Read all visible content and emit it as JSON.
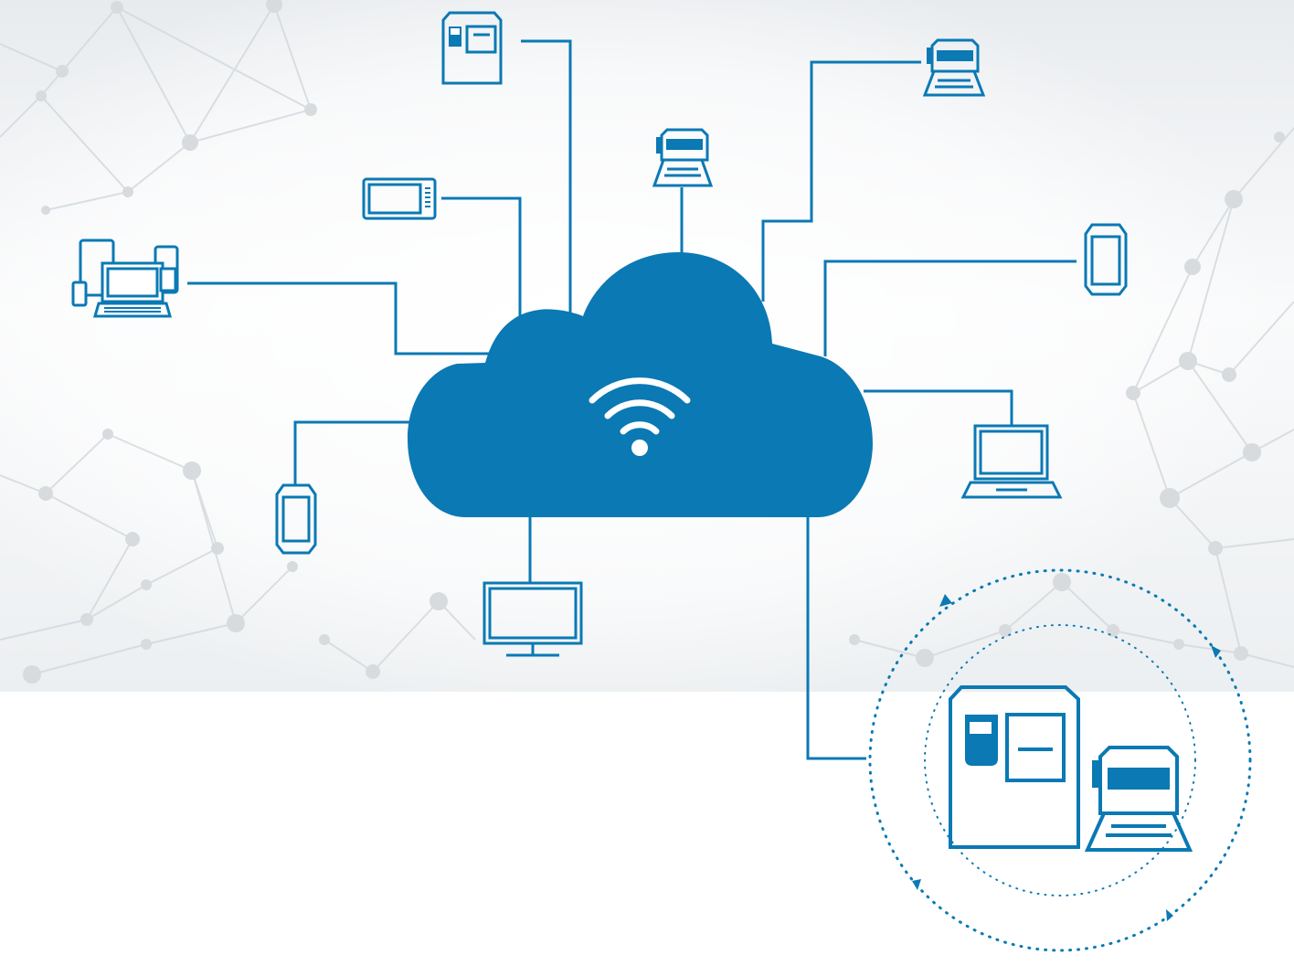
{
  "colors": {
    "primary": "#0a79b4",
    "background_top": "#edf0f2",
    "background_bottom": "#ffffff",
    "network_lines": "#d3d8dc",
    "network_nodes": "#d7dbde"
  },
  "hub": {
    "icon": "wifi-icon",
    "shape": "cloud"
  },
  "devices": [
    {
      "id": "industrial-printer-top",
      "icon": "industrial-printer-icon"
    },
    {
      "id": "label-printer-top-center",
      "icon": "label-printer-icon"
    },
    {
      "id": "label-printer-top-right",
      "icon": "label-printer-icon"
    },
    {
      "id": "tablet-landscape",
      "icon": "tablet-icon"
    },
    {
      "id": "device-group",
      "icon": "multi-device-icon"
    },
    {
      "id": "handheld-right",
      "icon": "handheld-scanner-icon"
    },
    {
      "id": "laptop-right",
      "icon": "laptop-icon"
    },
    {
      "id": "handheld-left",
      "icon": "handheld-scanner-icon"
    },
    {
      "id": "monitor-bottom",
      "icon": "monitor-icon"
    },
    {
      "id": "printer-cluster",
      "icon": "printer-cluster-icon",
      "enclosed_by": "rotating-dotted-circle"
    }
  ]
}
